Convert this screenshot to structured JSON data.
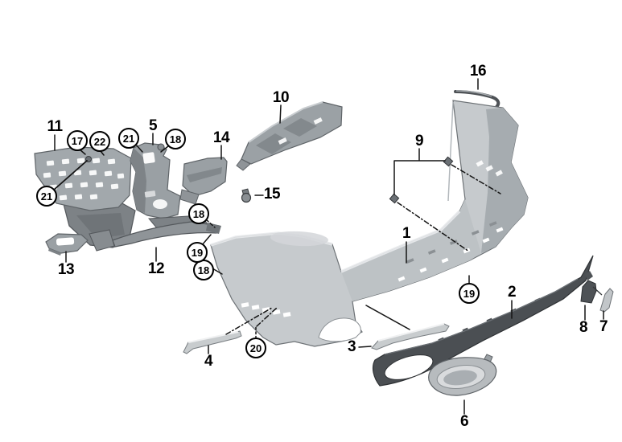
{
  "diagram": {
    "type": "exploded-parts-diagram",
    "palette": {
      "background": "#ffffff",
      "ink": "#141414",
      "part_gray_light": "#c6cacd",
      "part_gray_medium": "#9aa0a4",
      "part_gray_dark": "#7d8286",
      "dark_part": "#4e5256",
      "chrome": "#d9dbdd"
    }
  },
  "callouts": {
    "n1": "1",
    "n2": "2",
    "n3": "3",
    "n4": "4",
    "n5": "5",
    "n6": "6",
    "n7": "7",
    "n8": "8",
    "n9": "9",
    "n10": "10",
    "n11": "11",
    "n12": "12",
    "n13": "13",
    "n14": "14",
    "n15": "15",
    "n16": "16",
    "c17": "17",
    "c18a": "18",
    "c18b": "18",
    "c18c": "18",
    "c19a": "19",
    "c19b": "19",
    "c20": "20",
    "c21a": "21",
    "c21b": "21",
    "c22": "22"
  }
}
